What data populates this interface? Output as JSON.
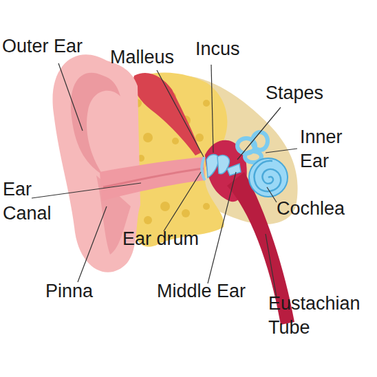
{
  "diagram": {
    "labels": [
      "Outer Ear",
      "Malleus",
      "Incus",
      "Stapes",
      "Inner Ear",
      "Ear Canal",
      "Cochlea",
      "Ear drum",
      "Pinna",
      "Middle Ear",
      "Eustachian Tube"
    ]
  }
}
